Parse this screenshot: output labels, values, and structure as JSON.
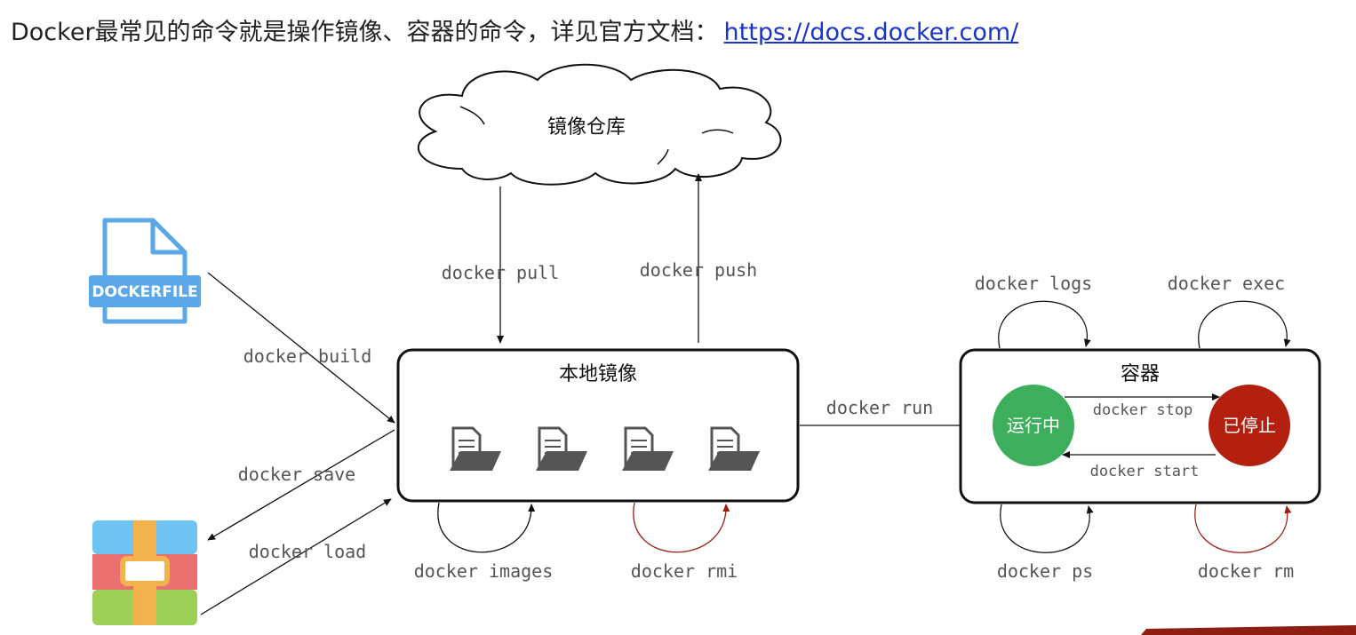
{
  "header": {
    "text": "Docker最常见的命令就是操作镜像、容器的命令，详见官方文档：",
    "link": "https://docs.docker.com/"
  },
  "nodes": {
    "registry": "镜像仓库",
    "local_images": "本地镜像",
    "containers": "容器",
    "running": "运行中",
    "stopped": "已停止",
    "dockerfile": "DOCKERFILE"
  },
  "commands": {
    "pull": "docker pull",
    "push": "docker push",
    "build": "docker build",
    "save": "docker save",
    "load": "docker load",
    "images": "docker images",
    "rmi": "docker rmi",
    "run": "docker run",
    "logs": "docker logs",
    "exec": "docker exec",
    "stop": "docker stop",
    "start": "docker start",
    "ps": "docker ps",
    "rm": "docker rm"
  },
  "colors": {
    "running": "#3dae5b",
    "stopped": "#b3200f",
    "dockerfile": "#5aa7ea",
    "rmi_arrow": "#9b1c12"
  }
}
